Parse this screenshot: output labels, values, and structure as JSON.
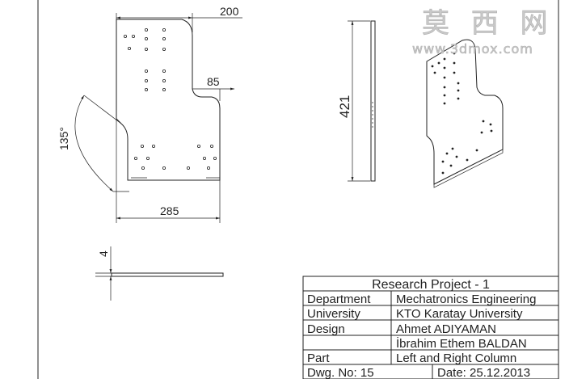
{
  "dimensions": {
    "width_top": "200",
    "width_mid": "85",
    "height": "421",
    "angle": "135°",
    "width_bottom": "285",
    "thickness": "4"
  },
  "watermark": {
    "cn": "莫 西 网",
    "url": "www.3dmox.com"
  },
  "title_block": {
    "title": "Research Project - 1",
    "rows": [
      {
        "label": "Department",
        "value": "Mechatronics Engineering"
      },
      {
        "label": "University",
        "value": "KTO Karatay University"
      },
      {
        "label": "Design",
        "value": "Ahmet ADIYAMAN"
      },
      {
        "label": "",
        "value": "İbrahim Ethem BALDAN"
      },
      {
        "label": "Part",
        "value": "Left and Right Column"
      }
    ],
    "dwg_no": "Dwg. No: 15",
    "date": "Date: 25.12.2013"
  }
}
